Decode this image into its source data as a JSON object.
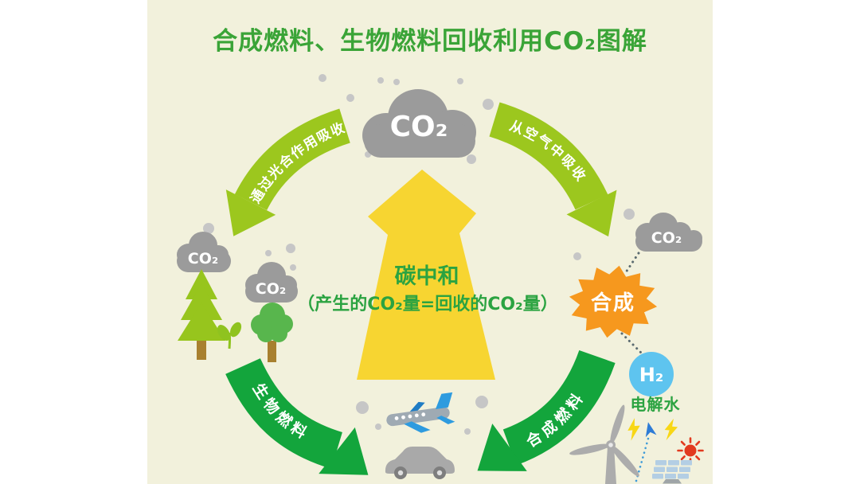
{
  "title": {
    "text": "合成燃料、生物燃料回收利用CO₂图解",
    "color": "#3AA437"
  },
  "cycle": {
    "co2_cloud_main_label": "CO₂",
    "arrow_photosynthesis": {
      "label": "通过光合作用吸收",
      "color": "#9CC71E"
    },
    "arrow_air_capture": {
      "label": "从空气中吸收",
      "color": "#9CC71E"
    },
    "arrow_biofuel": {
      "label": "生物燃料",
      "color": "#13A53C"
    },
    "arrow_synthetic_fuel": {
      "label": "合成燃料",
      "color": "#13A53C"
    }
  },
  "center": {
    "line1": "碳中和",
    "line2": "（产生的CO₂量=回收的CO₂量）",
    "text_color": "#2BA341",
    "arrow_color": "#F7D531"
  },
  "left_side": {
    "cloud1_label": "CO₂",
    "cloud2_label": "CO₂"
  },
  "right_side": {
    "cloud_label": "CO₂",
    "synthesis": {
      "label": "合成",
      "color": "#F6981E"
    },
    "hydrogen": {
      "label": "H₂",
      "color": "#5EC4EF"
    },
    "electrolysis": {
      "label": "电解水",
      "color": "#2BA341"
    }
  },
  "colors": {
    "background": "#F2F1DC",
    "margins": "#FFFFFF",
    "cloud_gray": "#9B9B9B",
    "particle_gray": "#C6C6C6",
    "trunk_brown": "#A8802F",
    "pine_green": "#97C51D",
    "tree_green": "#58B64D",
    "plane_blue": "#2E9BDF",
    "machine_gray": "#ACACAC",
    "sun_red": "#E23A1F",
    "bolt_yellow": "#F8D715",
    "solar_cell_blue": "#B3CEE4",
    "dotted_dark": "#5B6B70",
    "dotted_blue": "#3E9BD8"
  },
  "icons": {
    "co2-cloud-icon": "cloud shape",
    "pine-tree-icon": "conifer tree",
    "tree-icon": "round leafy tree",
    "sprout-icon": "seedling leaves",
    "up-arrow": "large upward arrow",
    "airplane-icon": "jet airplane",
    "car-icon": "passenger car",
    "wind-turbine-icon": "wind turbine",
    "solar-panel-icon": "solar panel array",
    "sun-icon": "sun with rays",
    "lightning-icon": "electricity bolt",
    "electricity-arrow-icon": "small blue up arrow"
  }
}
